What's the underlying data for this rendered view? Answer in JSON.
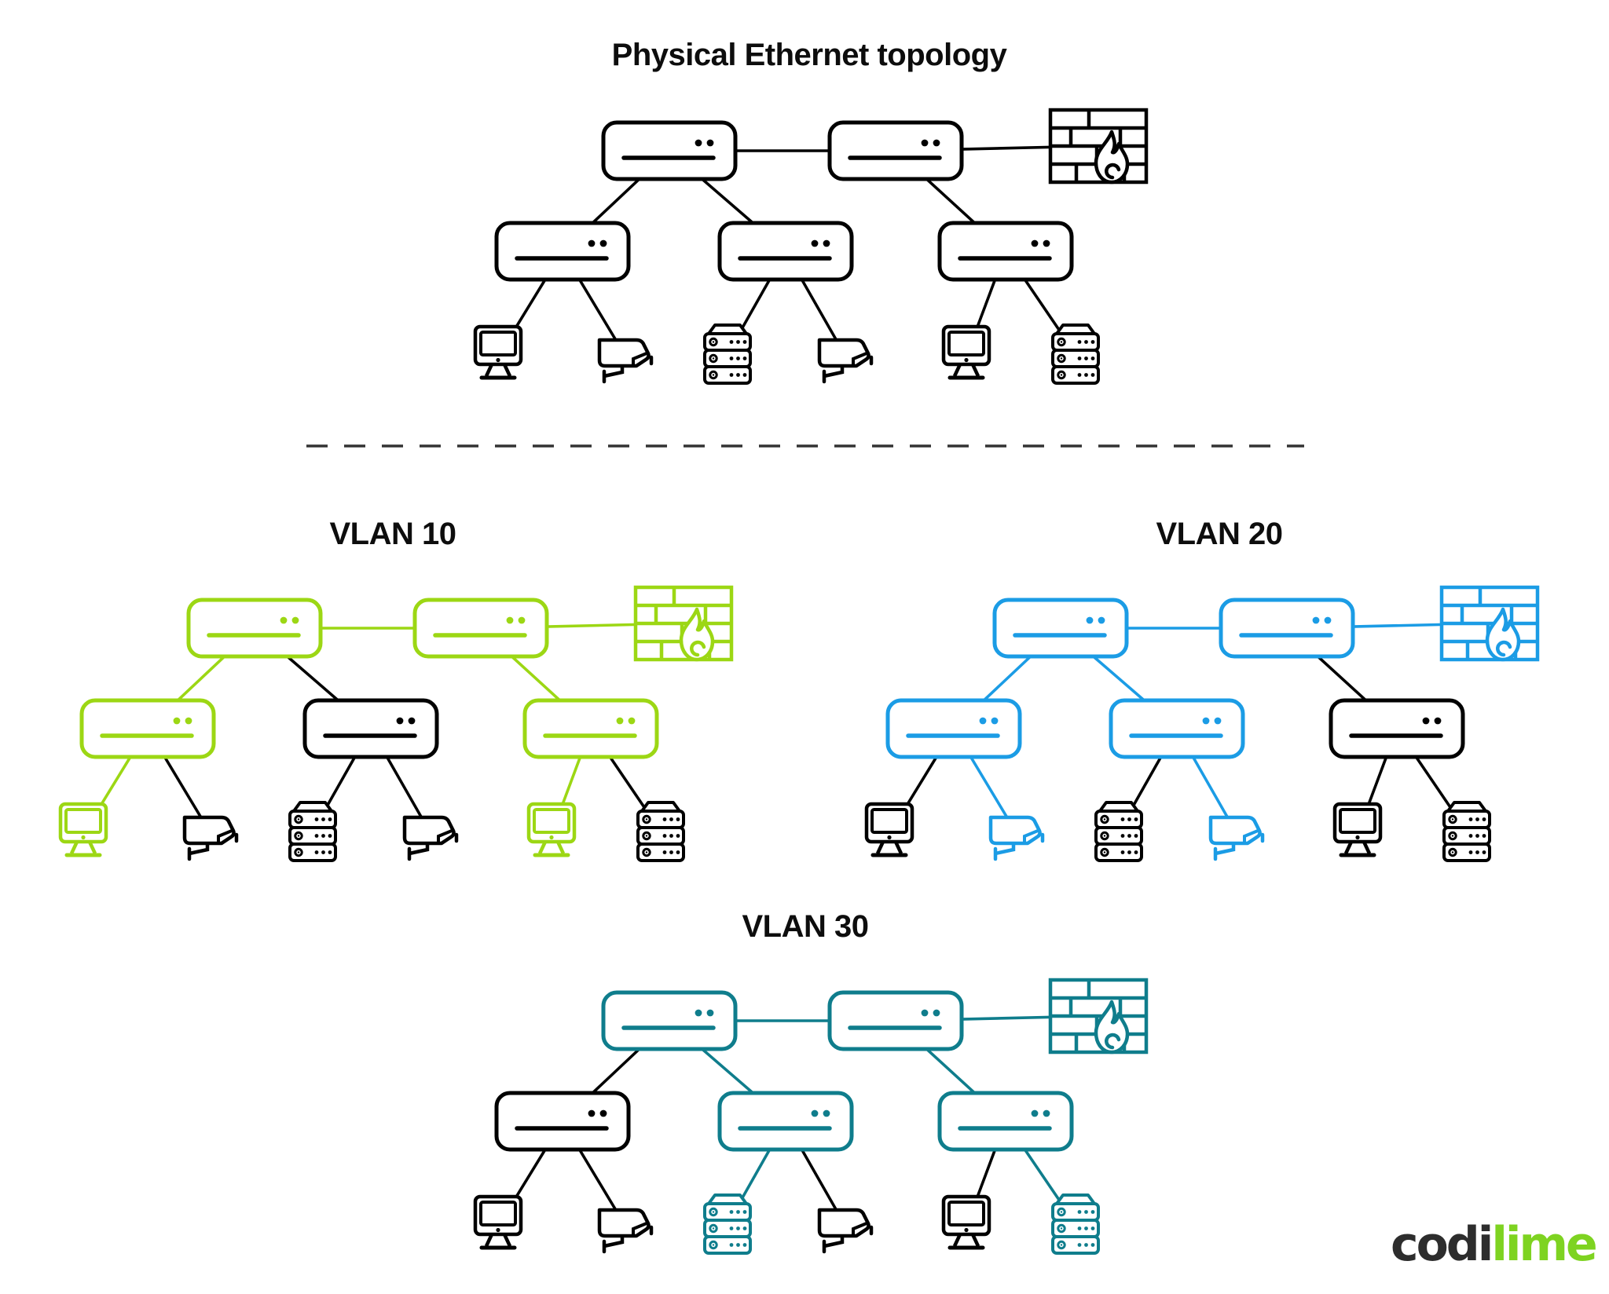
{
  "page": {
    "background": "#ffffff"
  },
  "colors": {
    "black": "#000000",
    "vlan10_green": "#9cd714",
    "vlan20_blue": "#1b9ce5",
    "vlan30_teal": "#0f7d8c"
  },
  "logo": {
    "part_dark": "codi",
    "part_lime": "lime",
    "dark_color": "#2d2d2d",
    "lime_color": "#7ed321"
  },
  "sections": [
    {
      "key": "physical",
      "title": "Physical Ethernet topology",
      "accent_color": "#000000",
      "nodes": [
        {
          "id": "s1",
          "type": "switch",
          "accent": true
        },
        {
          "id": "s2",
          "type": "switch",
          "accent": true
        },
        {
          "id": "fw",
          "type": "firewall",
          "accent": true
        },
        {
          "id": "a",
          "type": "switch",
          "accent": true
        },
        {
          "id": "b",
          "type": "switch",
          "accent": true
        },
        {
          "id": "c",
          "type": "switch",
          "accent": true
        },
        {
          "id": "d1",
          "type": "computer",
          "accent": true
        },
        {
          "id": "d2",
          "type": "camera",
          "accent": true
        },
        {
          "id": "d3",
          "type": "server",
          "accent": true
        },
        {
          "id": "d4",
          "type": "camera",
          "accent": true
        },
        {
          "id": "d5",
          "type": "computer",
          "accent": true
        },
        {
          "id": "d6",
          "type": "server",
          "accent": true
        }
      ],
      "edges": [
        {
          "from": "s1",
          "to": "s2",
          "accent": true
        },
        {
          "from": "s2",
          "to": "fw",
          "accent": true
        },
        {
          "from": "s1",
          "to": "a",
          "accent": true
        },
        {
          "from": "s1",
          "to": "b",
          "accent": true
        },
        {
          "from": "s2",
          "to": "c",
          "accent": true
        },
        {
          "from": "a",
          "to": "d1",
          "accent": true
        },
        {
          "from": "a",
          "to": "d2",
          "accent": true
        },
        {
          "from": "b",
          "to": "d3",
          "accent": true
        },
        {
          "from": "b",
          "to": "d4",
          "accent": true
        },
        {
          "from": "c",
          "to": "d5",
          "accent": true
        },
        {
          "from": "c",
          "to": "d6",
          "accent": true
        }
      ]
    },
    {
      "key": "vlan10",
      "title": "VLAN 10",
      "accent_color": "#9cd714",
      "nodes": [
        {
          "id": "s1",
          "type": "switch",
          "accent": true
        },
        {
          "id": "s2",
          "type": "switch",
          "accent": true
        },
        {
          "id": "fw",
          "type": "firewall",
          "accent": true
        },
        {
          "id": "a",
          "type": "switch",
          "accent": true
        },
        {
          "id": "b",
          "type": "switch",
          "accent": false
        },
        {
          "id": "c",
          "type": "switch",
          "accent": true
        },
        {
          "id": "d1",
          "type": "computer",
          "accent": true
        },
        {
          "id": "d2",
          "type": "camera",
          "accent": false
        },
        {
          "id": "d3",
          "type": "server",
          "accent": false
        },
        {
          "id": "d4",
          "type": "camera",
          "accent": false
        },
        {
          "id": "d5",
          "type": "computer",
          "accent": true
        },
        {
          "id": "d6",
          "type": "server",
          "accent": false
        }
      ],
      "edges": [
        {
          "from": "s1",
          "to": "s2",
          "accent": true
        },
        {
          "from": "s2",
          "to": "fw",
          "accent": true
        },
        {
          "from": "s1",
          "to": "a",
          "accent": true
        },
        {
          "from": "s1",
          "to": "b",
          "accent": false
        },
        {
          "from": "s2",
          "to": "c",
          "accent": true
        },
        {
          "from": "a",
          "to": "d1",
          "accent": true
        },
        {
          "from": "a",
          "to": "d2",
          "accent": false
        },
        {
          "from": "b",
          "to": "d3",
          "accent": false
        },
        {
          "from": "b",
          "to": "d4",
          "accent": false
        },
        {
          "from": "c",
          "to": "d5",
          "accent": true
        },
        {
          "from": "c",
          "to": "d6",
          "accent": false
        }
      ]
    },
    {
      "key": "vlan20",
      "title": "VLAN 20",
      "accent_color": "#1b9ce5",
      "nodes": [
        {
          "id": "s1",
          "type": "switch",
          "accent": true
        },
        {
          "id": "s2",
          "type": "switch",
          "accent": true
        },
        {
          "id": "fw",
          "type": "firewall",
          "accent": true
        },
        {
          "id": "a",
          "type": "switch",
          "accent": true
        },
        {
          "id": "b",
          "type": "switch",
          "accent": true
        },
        {
          "id": "c",
          "type": "switch",
          "accent": false
        },
        {
          "id": "d1",
          "type": "computer",
          "accent": false
        },
        {
          "id": "d2",
          "type": "camera",
          "accent": true
        },
        {
          "id": "d3",
          "type": "server",
          "accent": false
        },
        {
          "id": "d4",
          "type": "camera",
          "accent": true
        },
        {
          "id": "d5",
          "type": "computer",
          "accent": false
        },
        {
          "id": "d6",
          "type": "server",
          "accent": false
        }
      ],
      "edges": [
        {
          "from": "s1",
          "to": "s2",
          "accent": true
        },
        {
          "from": "s2",
          "to": "fw",
          "accent": true
        },
        {
          "from": "s1",
          "to": "a",
          "accent": true
        },
        {
          "from": "s1",
          "to": "b",
          "accent": true
        },
        {
          "from": "s2",
          "to": "c",
          "accent": false
        },
        {
          "from": "a",
          "to": "d1",
          "accent": false
        },
        {
          "from": "a",
          "to": "d2",
          "accent": true
        },
        {
          "from": "b",
          "to": "d3",
          "accent": false
        },
        {
          "from": "b",
          "to": "d4",
          "accent": true
        },
        {
          "from": "c",
          "to": "d5",
          "accent": false
        },
        {
          "from": "c",
          "to": "d6",
          "accent": false
        }
      ]
    },
    {
      "key": "vlan30",
      "title": "VLAN 30",
      "accent_color": "#0f7d8c",
      "nodes": [
        {
          "id": "s1",
          "type": "switch",
          "accent": true
        },
        {
          "id": "s2",
          "type": "switch",
          "accent": true
        },
        {
          "id": "fw",
          "type": "firewall",
          "accent": true
        },
        {
          "id": "a",
          "type": "switch",
          "accent": false
        },
        {
          "id": "b",
          "type": "switch",
          "accent": true
        },
        {
          "id": "c",
          "type": "switch",
          "accent": true
        },
        {
          "id": "d1",
          "type": "computer",
          "accent": false
        },
        {
          "id": "d2",
          "type": "camera",
          "accent": false
        },
        {
          "id": "d3",
          "type": "server",
          "accent": true
        },
        {
          "id": "d4",
          "type": "camera",
          "accent": false
        },
        {
          "id": "d5",
          "type": "computer",
          "accent": false
        },
        {
          "id": "d6",
          "type": "server",
          "accent": true
        }
      ],
      "edges": [
        {
          "from": "s1",
          "to": "s2",
          "accent": true
        },
        {
          "from": "s2",
          "to": "fw",
          "accent": true
        },
        {
          "from": "s1",
          "to": "a",
          "accent": false
        },
        {
          "from": "s1",
          "to": "b",
          "accent": true
        },
        {
          "from": "s2",
          "to": "c",
          "accent": true
        },
        {
          "from": "a",
          "to": "d1",
          "accent": false
        },
        {
          "from": "a",
          "to": "d2",
          "accent": false
        },
        {
          "from": "b",
          "to": "d3",
          "accent": true
        },
        {
          "from": "b",
          "to": "d4",
          "accent": false
        },
        {
          "from": "c",
          "to": "d5",
          "accent": false
        },
        {
          "from": "c",
          "to": "d6",
          "accent": true
        }
      ]
    }
  ]
}
